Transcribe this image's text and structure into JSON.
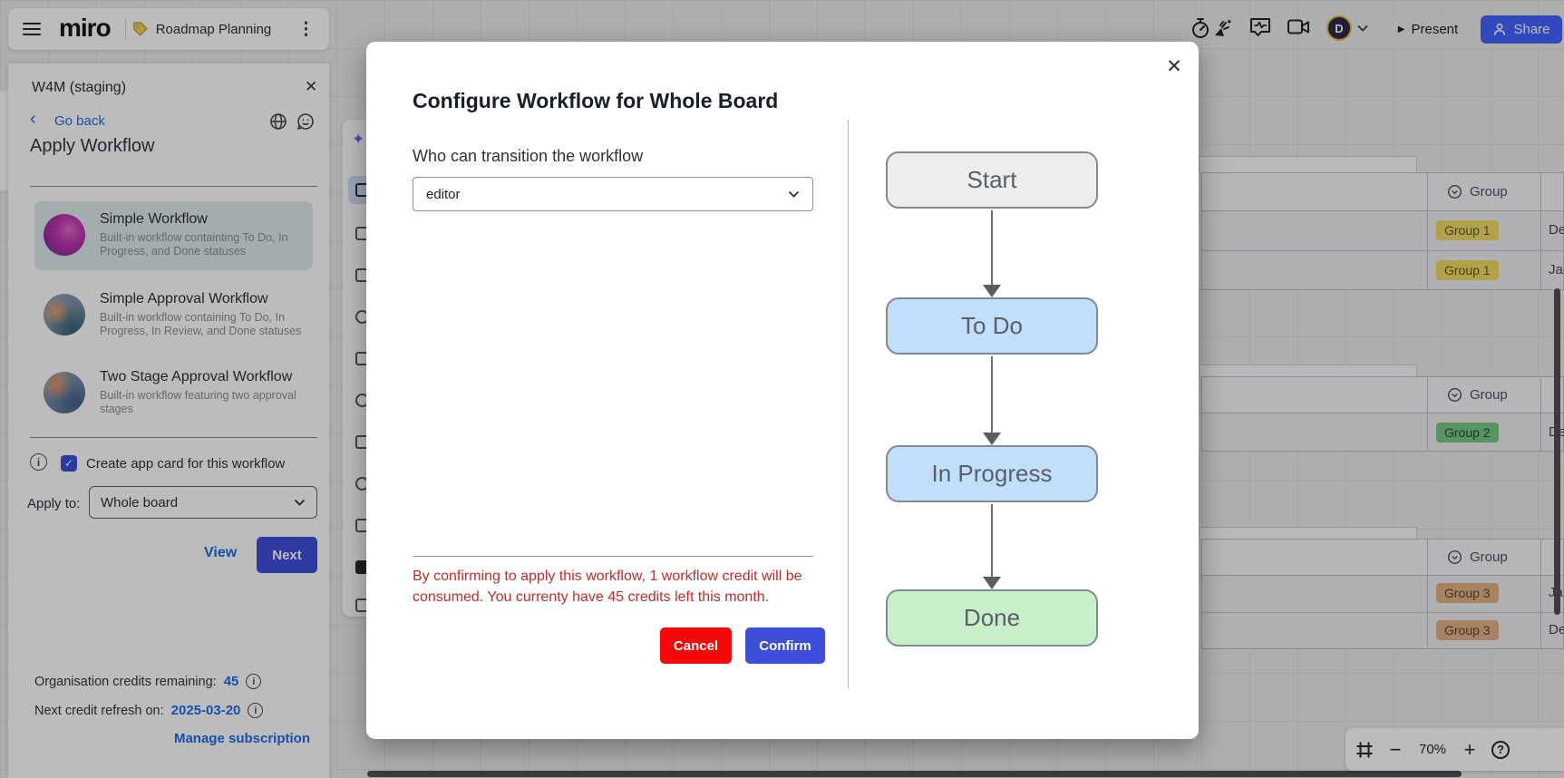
{
  "header": {
    "logo": "miro",
    "board_name": "Roadmap Planning",
    "present_label": "Present",
    "share_label": "Share",
    "avatar_initial": "D"
  },
  "panel": {
    "title": "W4M (staging)",
    "back_label": "Go back",
    "heading": "Apply Workflow",
    "workflows": [
      {
        "name": "Simple Workflow",
        "description": "Built-in workflow containting To Do, In Progress, and Done statuses",
        "selected": true
      },
      {
        "name": "Simple Approval Workflow",
        "description": "Built-in workflow containing To Do, In Progress, In Review, and Done statuses",
        "selected": false
      },
      {
        "name": "Two Stage Approval Workflow",
        "description": "Built-in workflow featuring two approval stages",
        "selected": false
      }
    ],
    "create_card_label": "Create app card for this workflow",
    "apply_to_label": "Apply to:",
    "apply_to_value": "Whole board",
    "view_label": "View",
    "next_label": "Next",
    "credits_label": "Organisation credits remaining:",
    "credits_value": "45",
    "refresh_label": "Next credit refresh on:",
    "refresh_value": "2025-03-20",
    "manage_label": "Manage subscription"
  },
  "modal": {
    "title": "Configure Workflow for Whole Board",
    "transition_label": "Who can transition the workflow",
    "transition_value": "editor",
    "warning_text": "By confirming to apply this workflow, 1 workflow credit will be consumed. You currenty have 45 credits left this month.",
    "cancel_label": "Cancel",
    "confirm_label": "Confirm",
    "diagram_nodes": [
      {
        "label": "Start",
        "color": "#ededed"
      },
      {
        "label": "To Do",
        "color": "#bfdffb"
      },
      {
        "label": "In Progress",
        "color": "#bfdffb"
      },
      {
        "label": "Done",
        "color": "#c9efca"
      }
    ]
  },
  "board": {
    "zoom_level": "70%",
    "tables": [
      {
        "group_header": "Group",
        "rows": [
          {
            "badge": "Group 1",
            "date": "De"
          },
          {
            "badge": "Group 1",
            "date": "Jan"
          }
        ]
      },
      {
        "group_header": "Group",
        "rows": [
          {
            "badge": "Group 2",
            "date": "De"
          }
        ]
      },
      {
        "group_header": "Group",
        "rows": [
          {
            "badge": "Group 3",
            "date": "Jan"
          },
          {
            "badge": "Group 3",
            "date": "De"
          }
        ]
      }
    ]
  },
  "icons": {
    "kebab": "⋮",
    "close": "✕",
    "back_chevron": "‹",
    "play": "▶",
    "minus": "−",
    "plus": "+",
    "help": "?",
    "check": "✓",
    "info": "i"
  },
  "colors": {
    "accent_blue": "#3d4ed8",
    "link_blue": "#1d6ce0",
    "share_blue": "#4262ff",
    "cancel_red": "#f40808",
    "warning_red": "#c62a2a",
    "node_gray": "#ededed",
    "node_blue": "#bfdffb",
    "node_green": "#c9efca",
    "badge_yellow_bg": "#f0dc62",
    "badge_green_bg": "#79c784",
    "badge_tan_bg": "#e2b183",
    "selected_item_bg": "#dfeaea"
  }
}
